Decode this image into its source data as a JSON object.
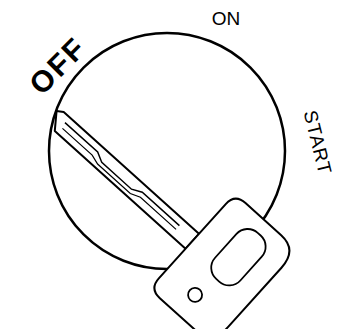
{
  "diagram": {
    "labels": [
      "OFF",
      "ON",
      "START"
    ]
  }
}
